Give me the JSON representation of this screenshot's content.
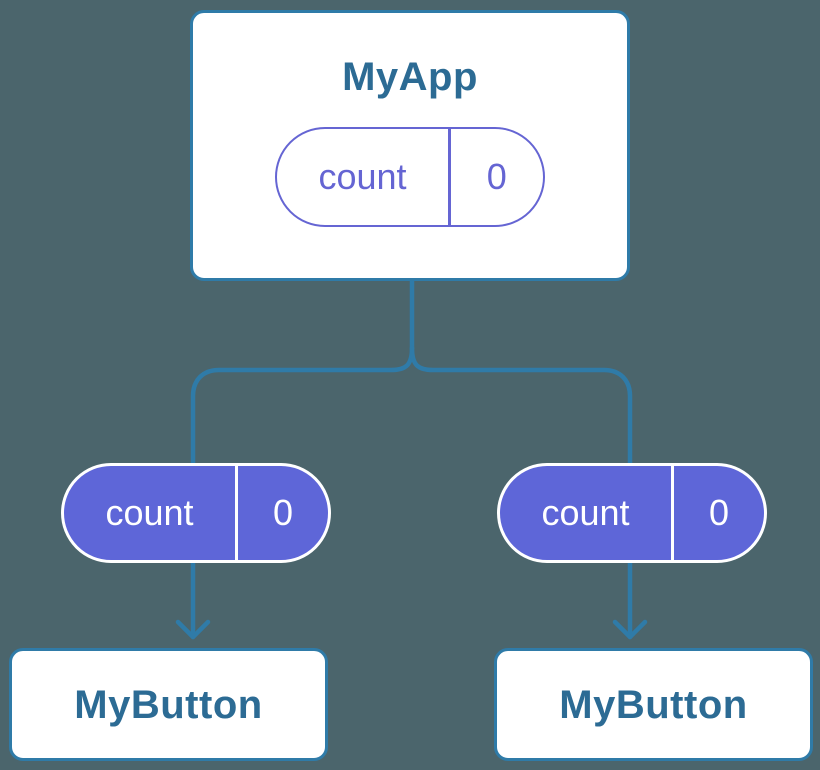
{
  "diagram": {
    "background_color": "#4B656C",
    "colors": {
      "connector": "#2F7BA8",
      "card_border": "#2F7BA8",
      "card_background": "#FFFFFF",
      "card_title_text": "#2C6B94",
      "state_pill_outline": "#6565D3",
      "state_pill_fill": "#5E66D8",
      "state_pill_fill_text": "#FFFFFF"
    },
    "root": {
      "label": "MyApp",
      "state": {
        "name": "count",
        "value": "0"
      }
    },
    "children": [
      {
        "label": "MyButton",
        "state": {
          "name": "count",
          "value": "0"
        }
      },
      {
        "label": "MyButton",
        "state": {
          "name": "count",
          "value": "0"
        }
      }
    ]
  }
}
